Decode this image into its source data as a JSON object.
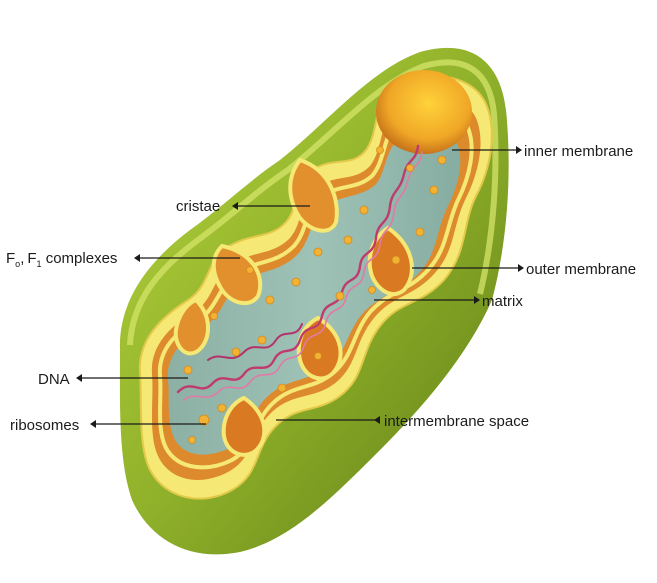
{
  "labels": {
    "inner_membrane": "inner membrane",
    "cristae": "cristae",
    "f_complexes": {
      "f_letter": "F",
      "sub_o": "o",
      "comma": ",",
      "f_letter_2": "F",
      "sub_1": "1",
      "rest": " complexes"
    },
    "outer_membrane": "outer membrane",
    "matrix": "matrix",
    "dna": "DNA",
    "ribosomes": "ribosomes",
    "intermembrane_space": "intermembrane space"
  },
  "colors": {
    "outer_green_dark": "#6e8e1c",
    "outer_green": "#9cbc2c",
    "outer_green_light": "#c8dc4c",
    "inner_membrane_yellow": "#f4e36a",
    "intermembrane_orange": "#d97a22",
    "cavity_orange": "#f0a726",
    "matrix_teal": "#8fb7ac",
    "matrix_teal_dark": "#6d9a92",
    "dna_magenta": "#c03a6e",
    "ribosome_gold": "#f2b233"
  }
}
